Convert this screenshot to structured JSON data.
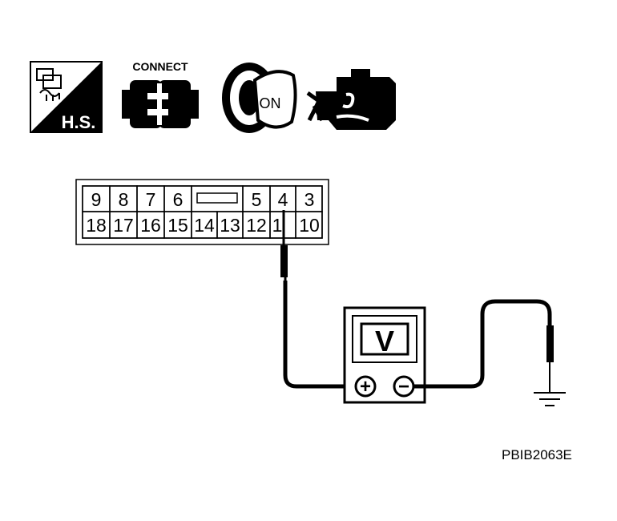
{
  "icons": {
    "hs_label": "H.S.",
    "connect_label": "CONNECT",
    "ignition_label": "ON"
  },
  "connector": {
    "top_row": [
      "9",
      "8",
      "7",
      "6",
      "",
      "5",
      "4",
      "3"
    ],
    "bottom_row": [
      "18",
      "17",
      "16",
      "15",
      "14",
      "13",
      "12",
      "1",
      "10"
    ]
  },
  "meter": {
    "label": "V",
    "positive_symbol": "+",
    "negative_symbol": "−"
  },
  "figure_code": "PBIB2063E"
}
